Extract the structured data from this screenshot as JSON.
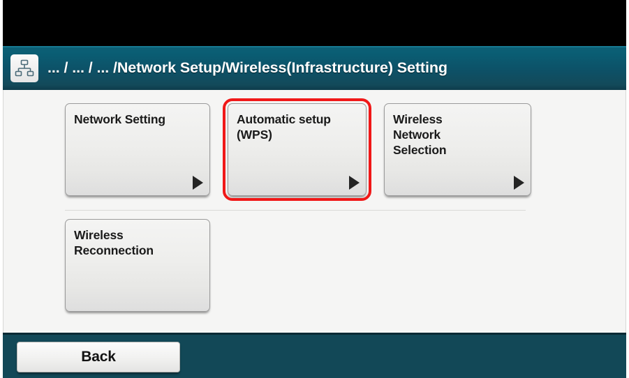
{
  "device": {
    "screen_label": "printer-lcd-touchscreen"
  },
  "header": {
    "icon": "network-topology-icon",
    "breadcrumb": "... / ... / ... /Network Setup/Wireless(Infrastructure) Setting",
    "background_color": "#0d5167"
  },
  "main": {
    "background_color": "#f5f5f4",
    "rows": [
      {
        "tiles": [
          {
            "label": "Network Setting",
            "arrow": "right-triangle-arrow",
            "has_arrow": true,
            "highlighted": false
          },
          {
            "label": "Automatic setup\n(WPS)",
            "arrow": "right-triangle-arrow",
            "has_arrow": true,
            "highlighted": true,
            "highlight_color": "#f01818"
          },
          {
            "label": "Wireless\nNetwork\nSelection",
            "arrow": "right-triangle-arrow",
            "has_arrow": true,
            "highlighted": false
          }
        ]
      },
      {
        "tiles": [
          {
            "label": "Wireless\nReconnection",
            "arrow": null,
            "has_arrow": false,
            "highlighted": false
          }
        ]
      }
    ]
  },
  "footer": {
    "background_color": "#124857",
    "back_label": "Back"
  }
}
